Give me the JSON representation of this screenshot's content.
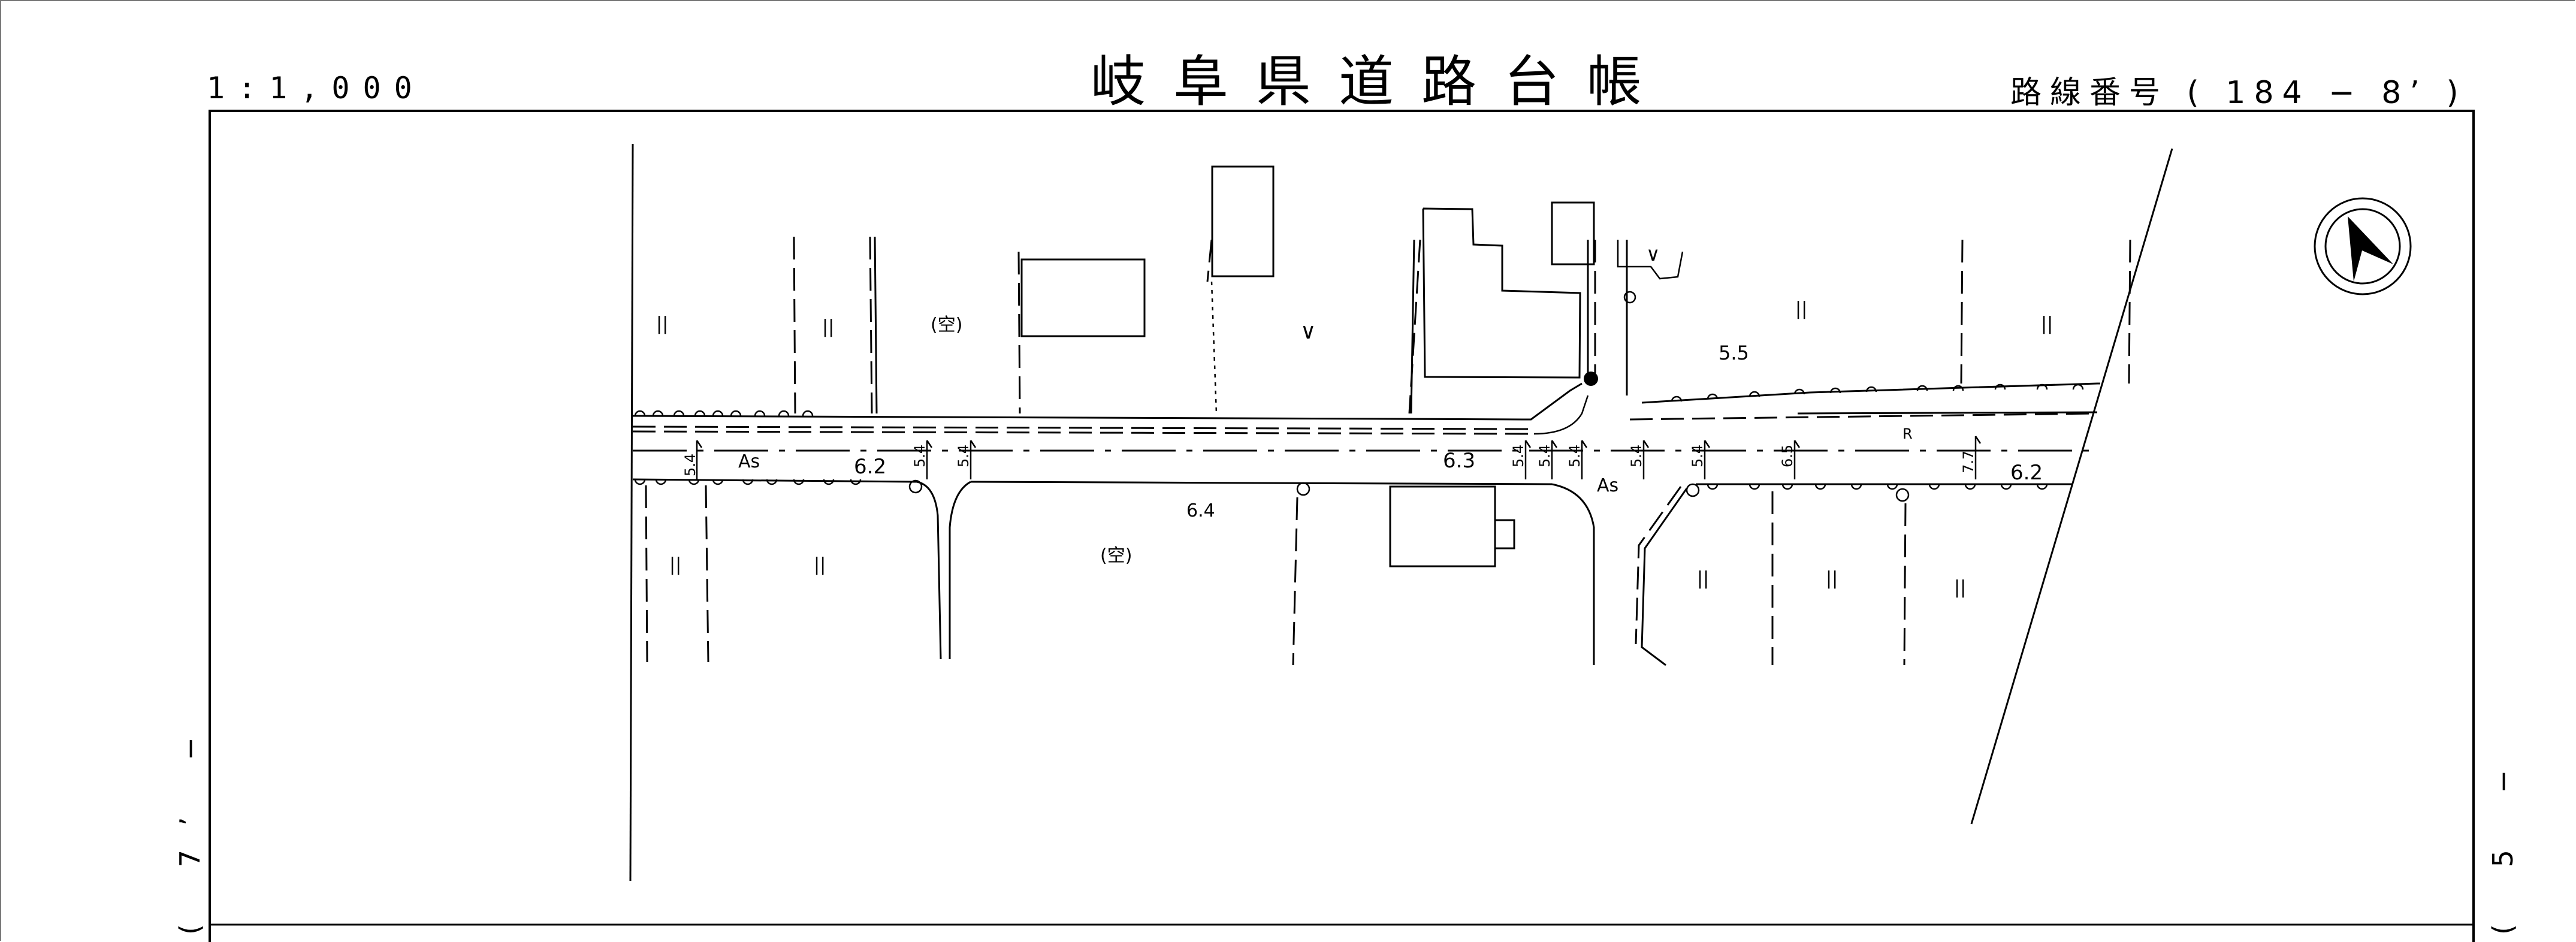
{
  "document": {
    "title": "岐阜県道路台帳",
    "scale": "1:1,000",
    "route_label": "路線番号",
    "route_number": "( 184 − 8’ )",
    "left_sheet_ref": "( 7’ −",
    "right_sheet_ref": "( 5 −"
  },
  "map": {
    "compass": "north-arrow",
    "road_surface_labels": [
      "As",
      "As",
      "R"
    ],
    "elevations": [
      "6.2",
      "6.3",
      "6.4",
      "5.5",
      "6.2"
    ],
    "width_marks": [
      "5.4",
      "5.4",
      "5.4",
      "5.4",
      "5.4",
      "5.4",
      "5.4",
      "5.4",
      "6.5",
      "7.7"
    ],
    "vacant_labels": [
      "(空)",
      "(空)"
    ],
    "field_symbols": [
      "||",
      "||",
      "||",
      "||",
      "||",
      "||",
      "||",
      "||",
      "||"
    ],
    "grass_symbols": [
      "∨",
      "∨"
    ]
  },
  "colors": {
    "ink": "#000000",
    "paper": "#ffffff"
  }
}
